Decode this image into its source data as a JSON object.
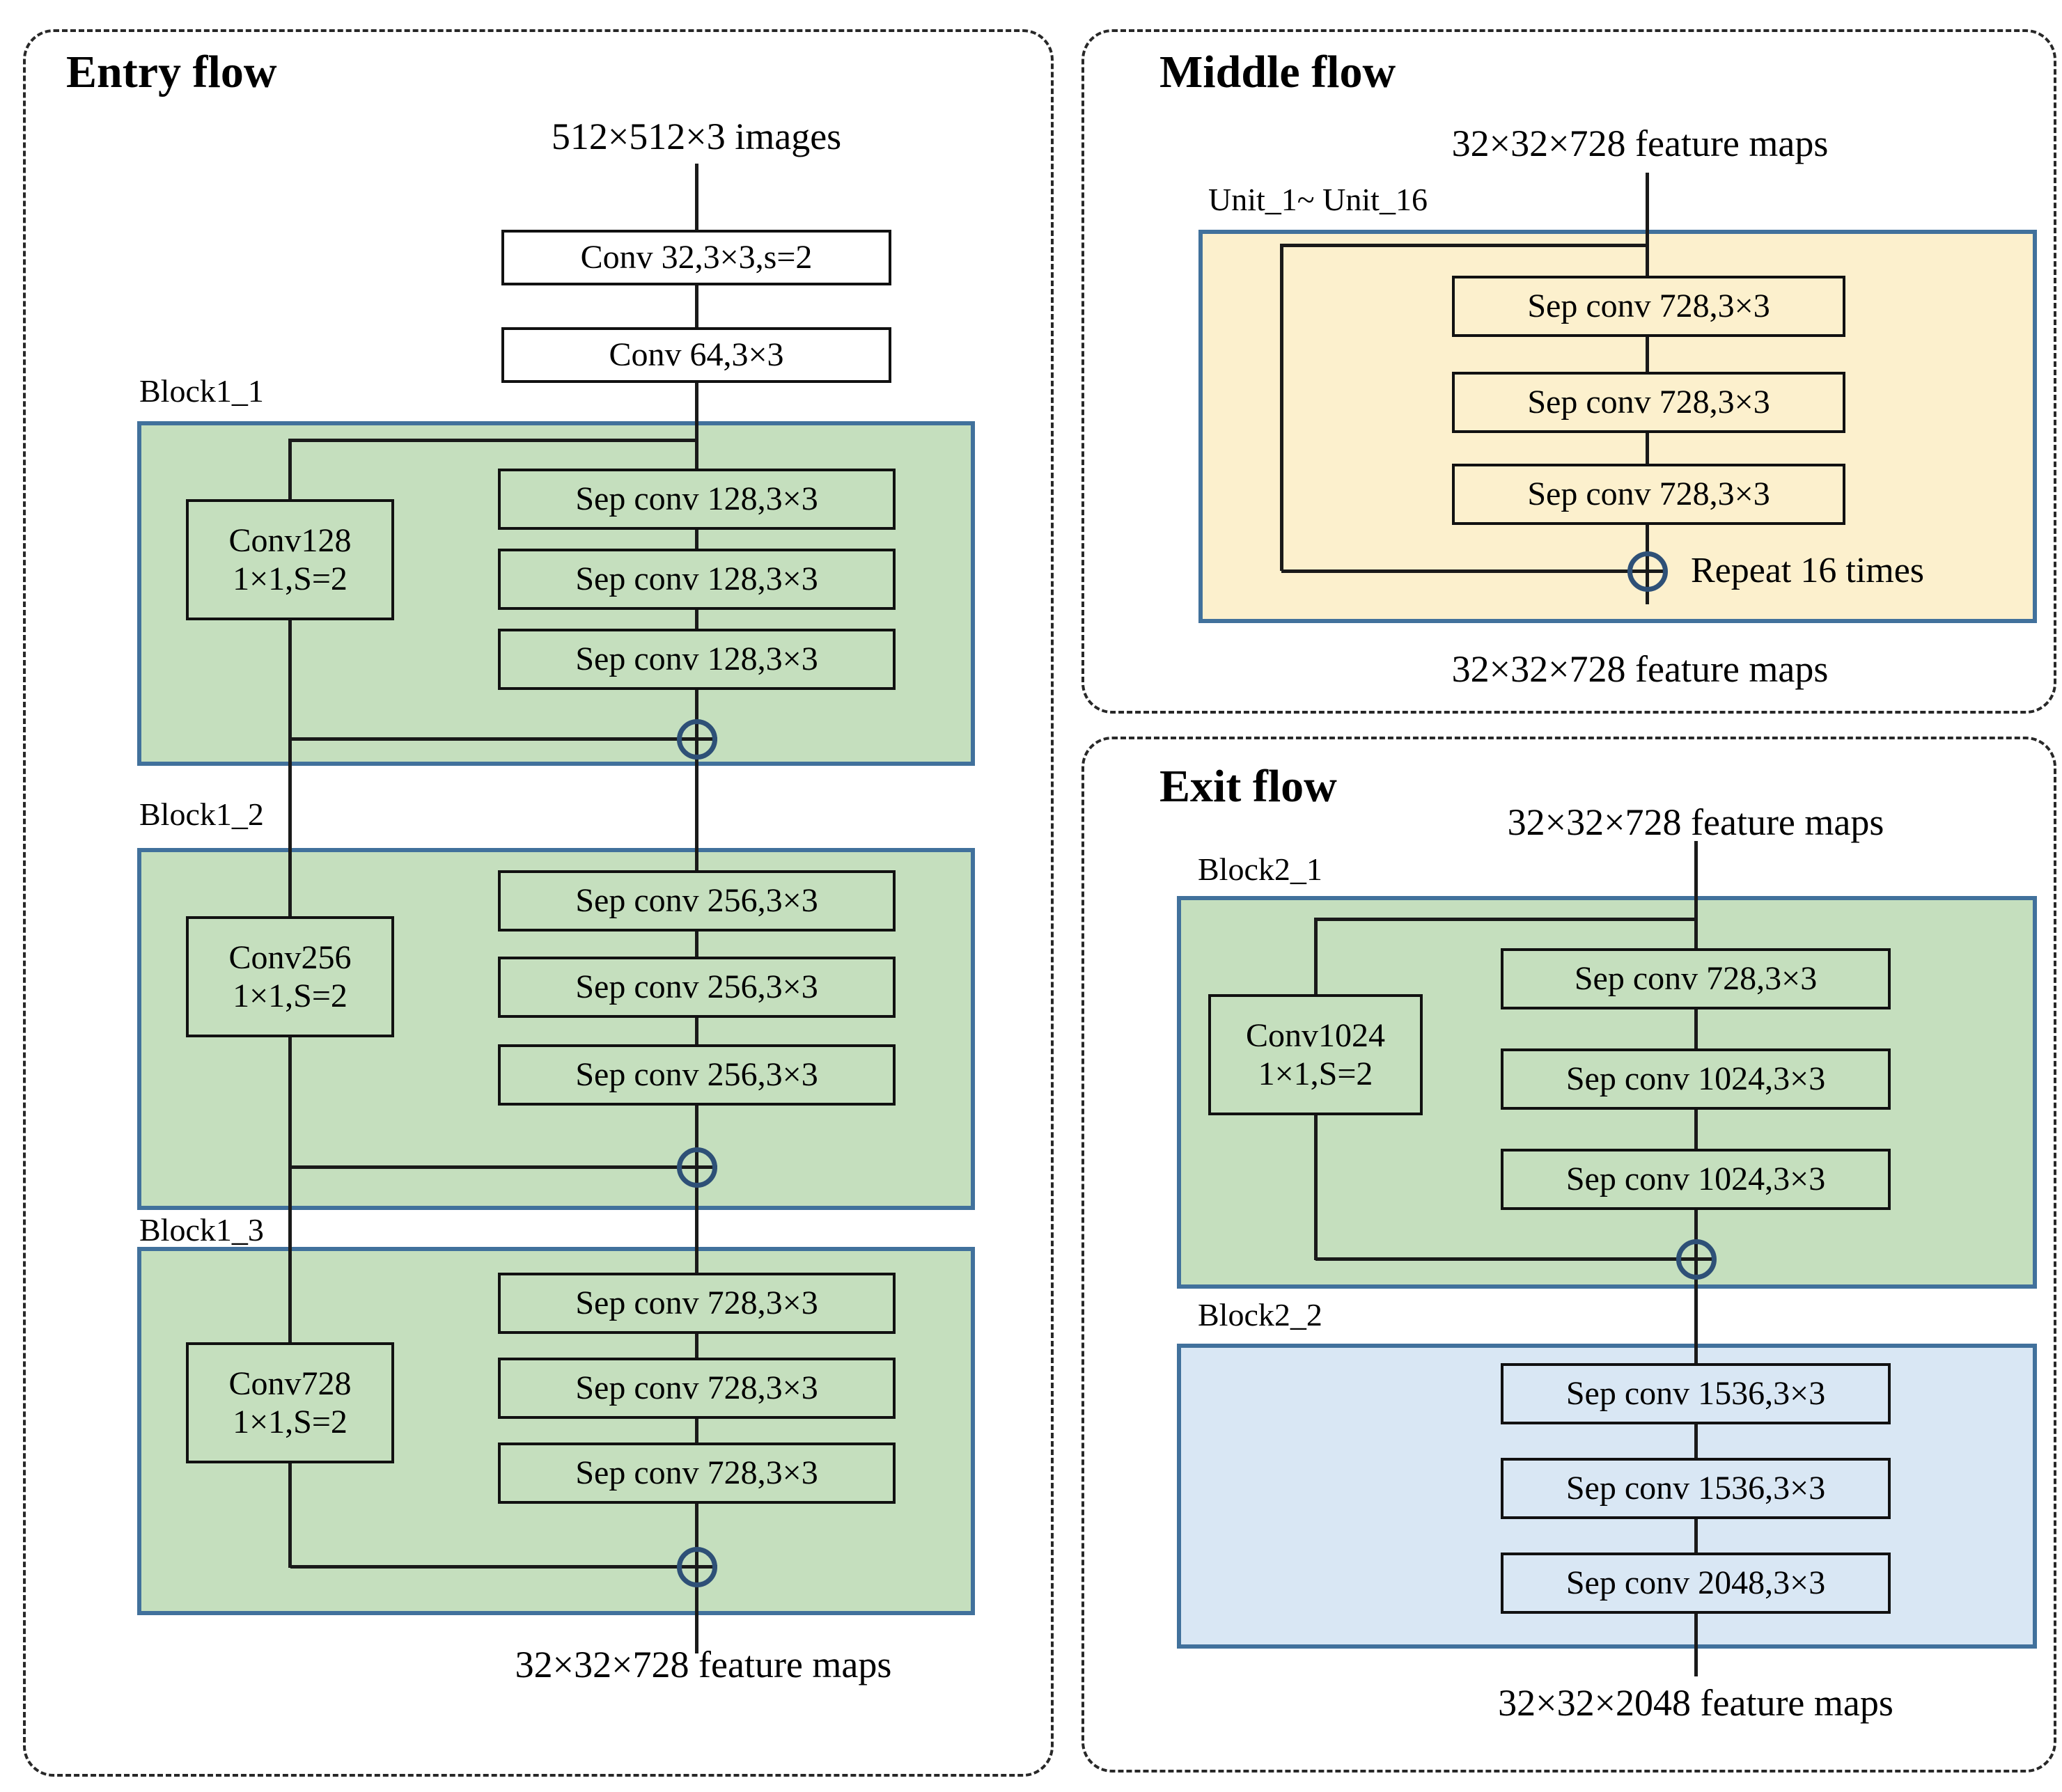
{
  "colors": {
    "green": "#c5dfbe",
    "yellow": "#fcf0cd",
    "lightblue": "#d9e7f4",
    "blockborder": "#41719c",
    "circle": "#2e5077",
    "line": "#1a1a1a",
    "ink": "#000000"
  },
  "entry": {
    "title": "Entry flow",
    "input_label": "512×512×3 images",
    "stem": [
      "Conv 32,3×3,s=2",
      "Conv 64,3×3"
    ],
    "blocks": [
      {
        "label": "Block1_1",
        "shortcut": [
          "Conv128",
          "1×1,S=2"
        ],
        "sep": [
          "Sep conv 128,3×3",
          "Sep conv 128,3×3",
          "Sep conv 128,3×3"
        ]
      },
      {
        "label": "Block1_2",
        "shortcut": [
          "Conv256",
          "1×1,S=2"
        ],
        "sep": [
          "Sep conv 256,3×3",
          "Sep conv 256,3×3",
          "Sep conv 256,3×3"
        ]
      },
      {
        "label": "Block1_3",
        "shortcut": [
          "Conv728",
          "1×1,S=2"
        ],
        "sep": [
          "Sep conv 728,3×3",
          "Sep conv 728,3×3",
          "Sep conv 728,3×3"
        ]
      }
    ],
    "output_label": "32×32×728 feature maps"
  },
  "middle": {
    "title": "Middle flow",
    "input_label": "32×32×728 feature maps",
    "unit_label": "Unit_1~ Unit_16",
    "sep": [
      "Sep conv 728,3×3",
      "Sep conv 728,3×3",
      "Sep conv 728,3×3"
    ],
    "repeat_label": "Repeat 16 times",
    "output_label": "32×32×728 feature maps"
  },
  "exit": {
    "title": "Exit flow",
    "input_label": "32×32×728 feature maps",
    "blocks": [
      {
        "label": "Block2_1",
        "shortcut": [
          "Conv1024",
          "1×1,S=2"
        ],
        "sep": [
          "Sep conv 728,3×3",
          "Sep conv 1024,3×3",
          "Sep conv 1024,3×3"
        ]
      },
      {
        "label": "Block2_2",
        "sep": [
          "Sep conv 1536,3×3",
          "Sep conv 1536,3×3",
          "Sep conv 2048,3×3"
        ]
      }
    ],
    "output_label": "32×32×2048 feature maps"
  }
}
